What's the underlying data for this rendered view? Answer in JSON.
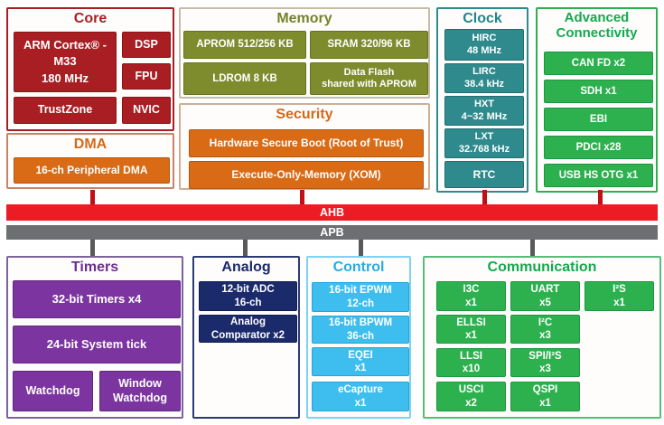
{
  "buses": {
    "ahb": {
      "label": "AHB",
      "color": "#EC1C24"
    },
    "apb": {
      "label": "APB",
      "color": "#6D6E71"
    }
  },
  "colors": {
    "dark_red": "#A91E23",
    "orange": "#D96B16",
    "olive": "#7E8C2D",
    "teal": "#2F8A8E",
    "green": "#2DB14F",
    "purple": "#7C35A0",
    "navy": "#1B2A6B",
    "sky_blue": "#3EBEEF",
    "ahb_red": "#EC1C24",
    "apb_gray": "#6D6E71"
  },
  "sections": {
    "core": {
      "title": "Core",
      "cpu": {
        "line1": "ARM Cortex® -",
        "line2": "M33",
        "line3": "180 MHz"
      },
      "dsp": "DSP",
      "fpu": "FPU",
      "trustzone": "TrustZone",
      "nvic": "NVIC"
    },
    "dma": {
      "title": "DMA",
      "item": "16-ch Peripheral DMA"
    },
    "memory": {
      "title": "Memory",
      "aprom": "APROM 512/256 KB",
      "sram": "SRAM 320/96 KB",
      "ldrom": "LDROM 8 KB",
      "dataflash_line1": "Data Flash",
      "dataflash_line2": "shared with APROM"
    },
    "security": {
      "title": "Security",
      "boot": "Hardware Secure Boot (Root of Trust)",
      "xom": "Execute-Only-Memory (XOM)"
    },
    "clock": {
      "title": "Clock",
      "items": [
        {
          "name": "HIRC",
          "value": "48 MHz"
        },
        {
          "name": "LIRC",
          "value": "38.4 kHz"
        },
        {
          "name": "HXT",
          "value": "4~32 MHz"
        },
        {
          "name": "LXT",
          "value": "32.768 kHz"
        },
        {
          "name": "RTC",
          "value": ""
        }
      ]
    },
    "advanced": {
      "title_line1": "Advanced",
      "title_line2": "Connectivity",
      "items": [
        "CAN FD x2",
        "SDH x1",
        "EBI",
        "PDCI x28",
        "USB HS OTG x1"
      ]
    },
    "timers": {
      "title": "Timers",
      "items": [
        "32-bit Timers x4",
        "24-bit System tick",
        "Watchdog",
        "Window Watchdog"
      ]
    },
    "analog": {
      "title": "Analog",
      "adc_line1": "12-bit ADC",
      "adc_line2": "16-ch",
      "comp_line1": "Analog",
      "comp_line2": "Comparator x2"
    },
    "control": {
      "title": "Control",
      "items": [
        {
          "name": "16-bit EPWM",
          "qty": "12-ch"
        },
        {
          "name": "16-bit BPWM",
          "qty": "36-ch"
        },
        {
          "name": "EQEI",
          "qty": "x1"
        },
        {
          "name": "eCapture",
          "qty": "x1"
        }
      ]
    },
    "communication": {
      "title": "Communication",
      "col1": [
        {
          "name": "I3C",
          "qty": "x1"
        },
        {
          "name": "ELLSI",
          "qty": "x1"
        },
        {
          "name": "LLSI",
          "qty": "x10"
        },
        {
          "name": "USCI",
          "qty": "x2"
        }
      ],
      "col2": [
        {
          "name": "UART",
          "qty": "x5"
        },
        {
          "name": "I²C",
          "qty": "x3"
        },
        {
          "name": "SPI/I²S",
          "qty": "x3"
        },
        {
          "name": "QSPI",
          "qty": "x1"
        }
      ],
      "col3": [
        {
          "name": "I²S",
          "qty": "x1"
        }
      ]
    }
  }
}
